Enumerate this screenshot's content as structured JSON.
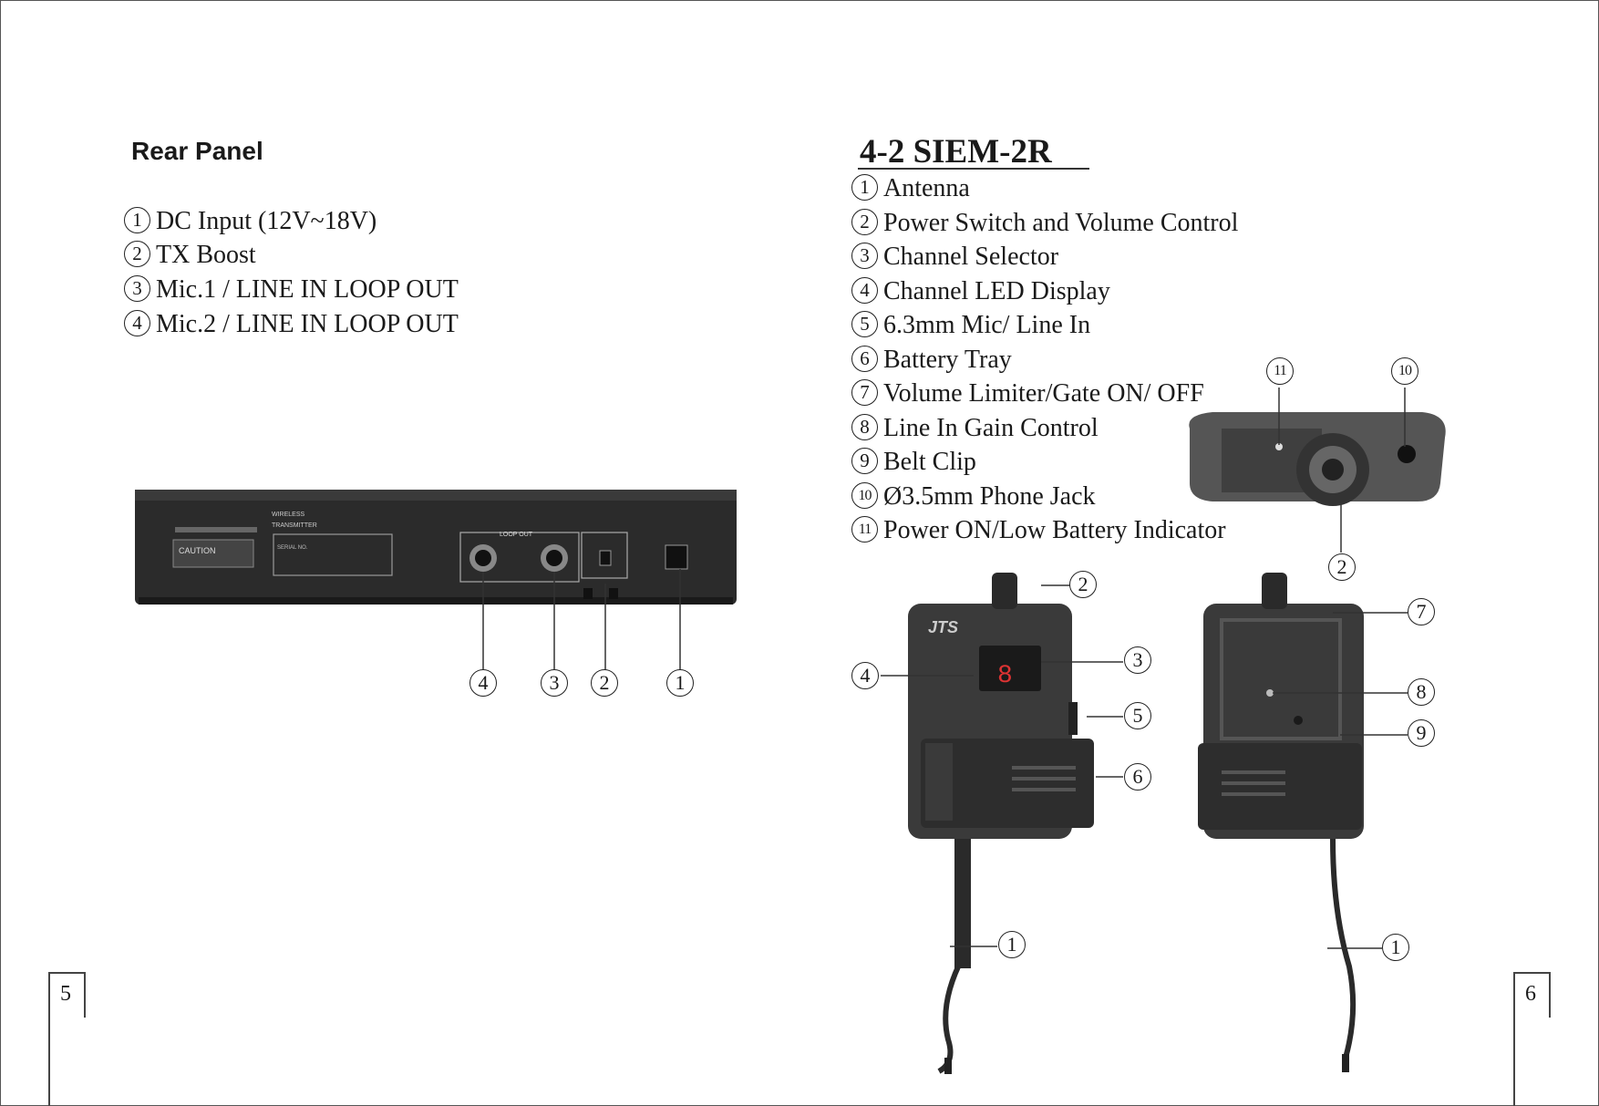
{
  "left": {
    "heading": "Rear Panel",
    "items": [
      {
        "num": "1",
        "label": "DC Input (12V~18V)"
      },
      {
        "num": "2",
        "label": "TX Boost"
      },
      {
        "num": "3",
        "label": "Mic.1 / LINE IN LOOP OUT"
      },
      {
        "num": "4",
        "label": "Mic.2 / LINE IN LOOP OUT"
      }
    ],
    "rear_callouts": [
      "4",
      "3",
      "2",
      "1"
    ],
    "panel_labels": {
      "wireless": "WIRELESS",
      "transmitter": "TRANSMITTER",
      "caution": "CAUTION",
      "serial": "SERIAL NO.",
      "loop_out": "LOOP OUT"
    },
    "page_number": "5"
  },
  "right": {
    "heading": "4-2 SIEM-2R",
    "items": [
      {
        "num": "1",
        "label": "Antenna"
      },
      {
        "num": "2",
        "label": "Power Switch and Volume Control"
      },
      {
        "num": "3",
        "label": "Channel Selector"
      },
      {
        "num": "4",
        "label": "Channel LED Display"
      },
      {
        "num": "5",
        "label": "6.3mm Mic/ Line In"
      },
      {
        "num": "6",
        "label": "Battery Tray"
      },
      {
        "num": "7",
        "label": "Volume Limiter/Gate ON/ OFF"
      },
      {
        "num": "8",
        "label": "Line In Gain Control"
      },
      {
        "num": "9",
        "label": "Belt Clip"
      },
      {
        "num": "10",
        "label": "Ø3.5mm Phone Jack"
      },
      {
        "num": "11",
        "label": "Power ON/Low Battery Indicator"
      }
    ],
    "callouts": {
      "top_11": "11",
      "top_10": "10",
      "top_2": "2",
      "front_2": "2",
      "front_3": "3",
      "front_4": "4",
      "front_5": "5",
      "front_6": "6",
      "front_1": "1",
      "back_7": "7",
      "back_8": "8",
      "back_9": "9",
      "back_1": "1"
    },
    "device_brand": "JTS",
    "led_digit": "8",
    "page_number": "6"
  }
}
